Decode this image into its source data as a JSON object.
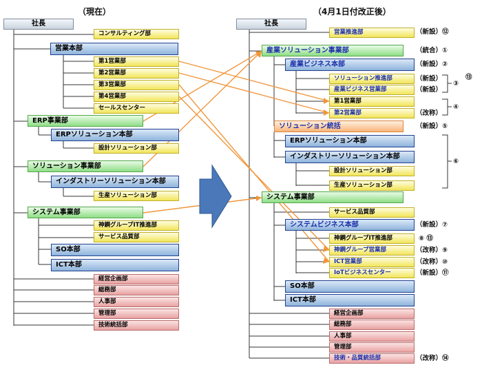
{
  "headers": {
    "current": "（現在）",
    "after": "（4月1日付改正後）"
  },
  "current": {
    "president": "社長",
    "consulting": "コンサルティング部",
    "sales_hq": "営業本部",
    "sales1": "第1営業部",
    "sales2": "第2営業部",
    "sales3": "第3営業部",
    "sales4": "第4営業部",
    "sales_center": "セールスセンター",
    "erp_div": "ERP事業部",
    "erp_hq": "ERPソリューション本部",
    "design_sol": "設計ソリューション部",
    "sol_div": "ソリューション事業部",
    "industry_hq": "インダストリーソリューション本部",
    "prod_sol": "生産ソリューション部",
    "system_div": "システム事業部",
    "kobelco_it": "神鋼グループIT推進部",
    "service_quality": "サービス品質部",
    "so_hq": "SO本部",
    "ict_hq": "ICT本部",
    "mgmt_planning": "経営企画部",
    "general_affairs": "総務部",
    "hr": "人事部",
    "admin": "管理部",
    "tech_control": "技術統括部"
  },
  "after": {
    "president": "社長",
    "sales_promo": "営業推進部",
    "industry_sol_div": "産業ソリューション事業部",
    "industry_biz_hq": "産業ビジネス本部",
    "sol_promo": "ソリューション推進部",
    "industry_biz_sales": "産業ビジネス営業部",
    "sales1": "第1営業部",
    "sales2": "第2営業部",
    "sol_control": "ソリューション統括",
    "erp_hq": "ERPソリューション本部",
    "industry_hq": "インダストリーソリューション本部",
    "design_sol": "設計ソリューション部",
    "prod_sol": "生産ソリューション部",
    "system_div": "システム事業部",
    "service_quality": "サービス品質部",
    "system_biz_hq": "システムビジネス本部",
    "kobelco_it": "神鋼グループIT推進部",
    "kobelco_sales": "神鋼グループ営業部",
    "ict_sales": "ICT営業部",
    "iot_center": "IoTビジネスセンター",
    "so_hq": "SO本部",
    "ict_hq": "ICT本部",
    "mgmt_planning": "経営企画部",
    "general_affairs": "総務部",
    "hr": "人事部",
    "admin": "管理部",
    "tech_quality": "技術・品質統括部"
  },
  "notes": {
    "n12": "（新設）⑫",
    "n1": "（統合）①",
    "n2": "（新設）②",
    "n3a": "（新設）",
    "n3b": "（新設）",
    "n3": "③",
    "n13a": "⑬",
    "n4": "④",
    "n4b": "（改称）",
    "n5": "（新設）⑤",
    "n6": "⑥",
    "n7": "（新設）⑦",
    "n8": "⑧ ⑬",
    "n9": "（改称）⑨",
    "n10": "（改称）⑩",
    "n11": "（新設）⑪",
    "n14": "（改称）⑭"
  },
  "colors": {
    "line": "#333333",
    "mapping": "#f0963a",
    "arrow": "#4a78b8"
  }
}
